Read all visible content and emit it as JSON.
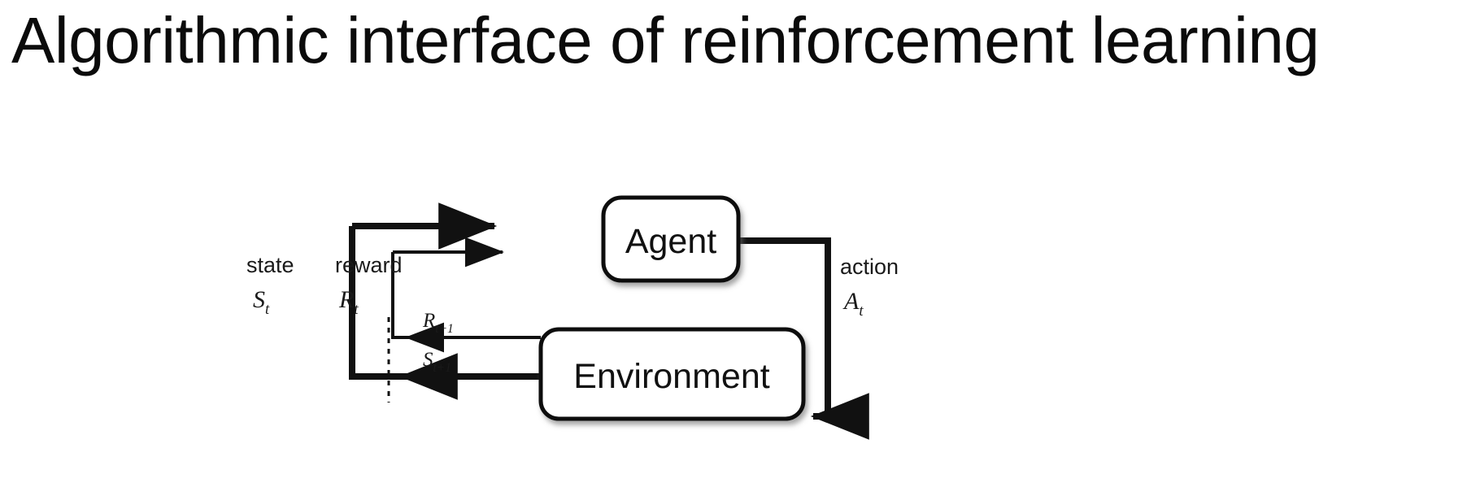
{
  "slide": {
    "title": "Algorithmic interface of reinforcement learning",
    "background_color": "#ffffff",
    "text_color": "#000000"
  },
  "diagram": {
    "type": "agent-environment-loop",
    "nodes": [
      {
        "id": "agent",
        "label": "Agent"
      },
      {
        "id": "environment",
        "label": "Environment"
      }
    ],
    "edges": [
      {
        "id": "state",
        "word": "state",
        "symbol": "S",
        "symbol_subscript": "t",
        "from": "environment",
        "to": "agent",
        "weight": "thick"
      },
      {
        "id": "reward",
        "word": "reward",
        "symbol": "R",
        "symbol_subscript": "t",
        "from": "environment",
        "to": "agent",
        "weight": "thin"
      },
      {
        "id": "action",
        "word": "action",
        "symbol": "A",
        "symbol_subscript": "t",
        "from": "agent",
        "to": "environment",
        "weight": "thick"
      },
      {
        "id": "next-reward",
        "word": "",
        "symbol": "R",
        "symbol_subscript": "t+1",
        "from": "environment",
        "to": "time-boundary",
        "weight": "thin"
      },
      {
        "id": "next-state",
        "word": "",
        "symbol": "S",
        "symbol_subscript": "t+1",
        "from": "environment",
        "to": "time-boundary",
        "weight": "thick"
      }
    ],
    "time_boundary": {
      "style": "dashed"
    }
  }
}
